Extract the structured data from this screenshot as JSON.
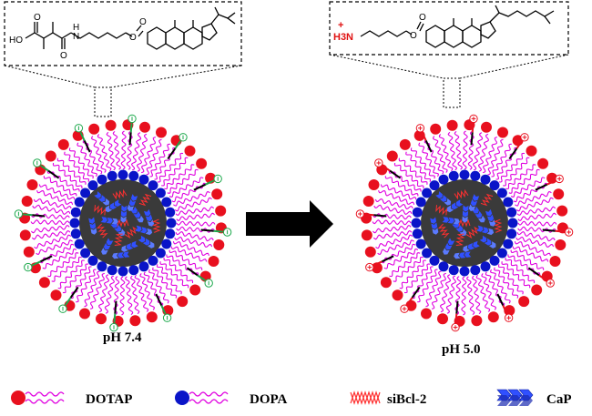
{
  "figure": {
    "left_particle": {
      "label": "pH 7.4",
      "terminal_charge": "neutral"
    },
    "right_particle": {
      "label": "pH 5.0",
      "terminal_charge": "+"
    },
    "left_inset": {
      "text_hooh": "HO",
      "text_o1": "O",
      "text_h": "H",
      "text_n": "N",
      "text_o2": "O",
      "text_o3": "O",
      "text_o4": "O"
    },
    "right_inset": {
      "text_amine": "H3N",
      "text_plus": "+",
      "text_o1": "O",
      "text_o2": "O"
    },
    "legend": [
      {
        "icon": "dotap-lipid-icon",
        "label": "DOTAP"
      },
      {
        "icon": "dopa-lipid-icon",
        "label": "DOPA"
      },
      {
        "icon": "sirna-icon",
        "label": "siBcl-2"
      },
      {
        "icon": "cap-crystal-icon",
        "label": "CaP"
      }
    ],
    "colors": {
      "dotap_head": "#e8101e",
      "dopa_head": "#0a14c8",
      "lipid_tail": "#e000e0",
      "core_bg": "#3a3a3a",
      "cap": "#3050ff",
      "sirna": "#ff3030",
      "neutral_tip": "#1aa84a",
      "charged_tip": "#e8101e"
    }
  }
}
